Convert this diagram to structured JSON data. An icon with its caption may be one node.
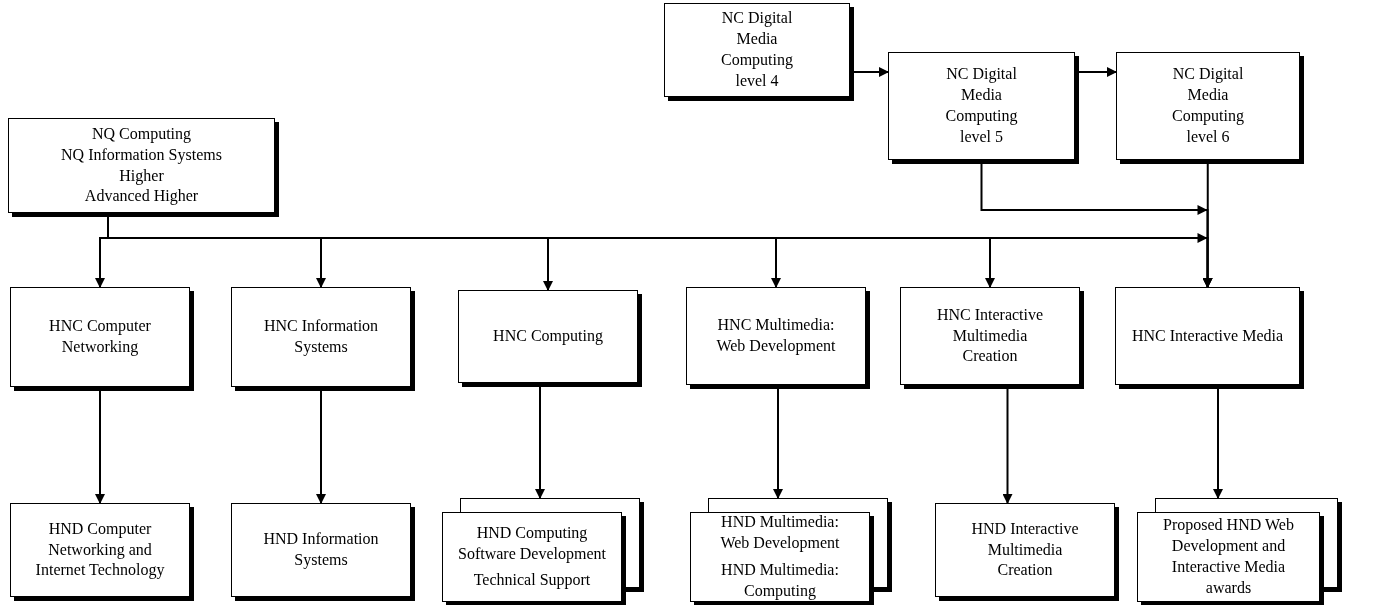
{
  "diagram": {
    "nodes": [
      {
        "text": [
          "NQ Computing",
          "NQ Information Systems",
          "Higher",
          "Advanced Higher"
        ]
      },
      {
        "text": [
          "NC Digital Media Computing level 4"
        ]
      },
      {
        "text": [
          "NC Digital Media Computing level 5"
        ]
      },
      {
        "text": [
          "NC Digital Media Computing level 6"
        ]
      },
      {
        "text": [
          "HNC Computer Networking"
        ]
      },
      {
        "text": [
          "HNC Information Systems"
        ]
      },
      {
        "text": [
          "HNC Computing"
        ]
      },
      {
        "text": [
          "HNC Multimedia: Web Development"
        ]
      },
      {
        "text": [
          "HNC Interactive Multimedia Creation"
        ]
      },
      {
        "text": [
          "HNC Interactive Media"
        ]
      },
      {
        "text": [
          "HND Computer Networking and Internet Technology"
        ]
      },
      {
        "text": [
          "HND Information Systems"
        ]
      },
      {
        "text": [
          "HND Computing Software Development",
          "Technical Support"
        ]
      },
      {
        "text": [
          "HND Multimedia: Web Development",
          "HND Multimedia: Computing"
        ]
      },
      {
        "text": [
          "HND Interactive Multimedia Creation"
        ]
      },
      {
        "text": [
          "Proposed HND Web Development and Interactive Media awards"
        ]
      }
    ],
    "edges": [
      {
        "from": 1,
        "to": 2,
        "arrow": "to"
      },
      {
        "from": 2,
        "to": 3,
        "arrow": "to"
      },
      {
        "from": 2,
        "to": 9,
        "arrow": "to"
      },
      {
        "from": 3,
        "to": 9,
        "arrow": "to"
      },
      {
        "from": 0,
        "to": 4,
        "arrow": "to"
      },
      {
        "from": 0,
        "to": 5,
        "arrow": "to"
      },
      {
        "from": 0,
        "to": 6,
        "arrow": "to"
      },
      {
        "from": 0,
        "to": 7,
        "arrow": "to"
      },
      {
        "from": 0,
        "to": 8,
        "arrow": "to"
      },
      {
        "from": 0,
        "to": 9,
        "arrow": "to"
      },
      {
        "from": 4,
        "to": 10,
        "arrow": "to"
      },
      {
        "from": 5,
        "to": 11,
        "arrow": "to"
      },
      {
        "from": 6,
        "to": 12,
        "arrow": "to"
      },
      {
        "from": 7,
        "to": 13,
        "arrow": "to"
      },
      {
        "from": 8,
        "to": 14,
        "arrow": "to"
      },
      {
        "from": 9,
        "to": 15,
        "arrow": "to"
      }
    ]
  }
}
